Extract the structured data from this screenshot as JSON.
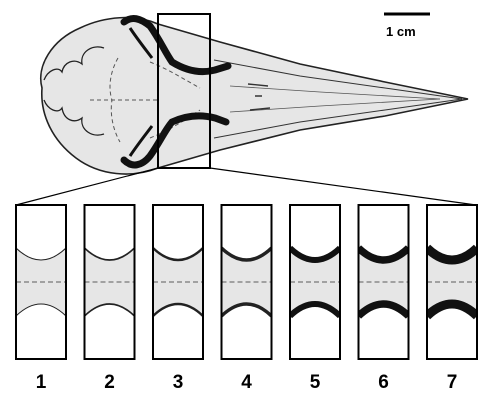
{
  "scale_bar": {
    "label": "1 cm"
  },
  "panels": [
    {
      "label": "1",
      "ossification": 0.0
    },
    {
      "label": "2",
      "ossification": 0.08
    },
    {
      "label": "3",
      "ossification": 0.18
    },
    {
      "label": "4",
      "ossification": 0.3
    },
    {
      "label": "5",
      "ossification": 0.62
    },
    {
      "label": "6",
      "ossification": 0.8
    },
    {
      "label": "7",
      "ossification": 1.0
    }
  ],
  "colors": {
    "bone": "#e6e6e6",
    "line": "#222222",
    "dark": "#111111",
    "dash": "#8a8a8a"
  }
}
